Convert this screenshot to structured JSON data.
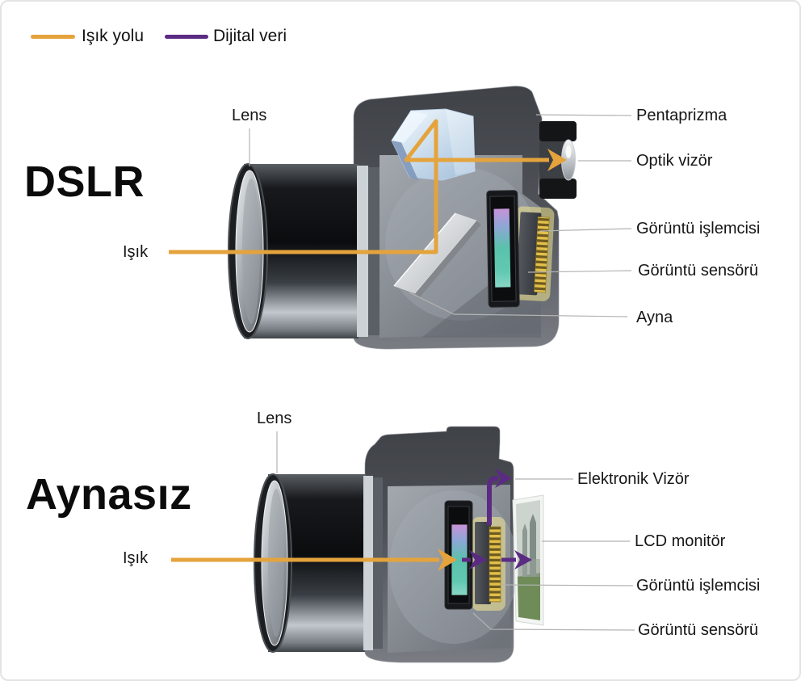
{
  "legend": {
    "light_path_label": "Işık yolu",
    "digital_data_label": "Dijital veri",
    "light_path_color": "#E5A33C",
    "digital_data_color": "#5B2B84"
  },
  "dslr": {
    "title": "DSLR",
    "labels": {
      "lens": "Lens",
      "light": "Işık",
      "pentaprism": "Pentaprizma",
      "optical_viewfinder": "Optik vizör",
      "image_processor": "Görüntü işlemcisi",
      "image_sensor": "Görüntü sensörü",
      "mirror": "Ayna"
    }
  },
  "mirrorless": {
    "title": "Aynasız",
    "labels": {
      "lens": "Lens",
      "light": "Işık",
      "electronic_viewfinder": "Elektronik Vizör",
      "lcd_monitor": "LCD monitör",
      "image_processor": "Görüntü işlemcisi",
      "image_sensor": "Görüntü sensörü"
    }
  }
}
